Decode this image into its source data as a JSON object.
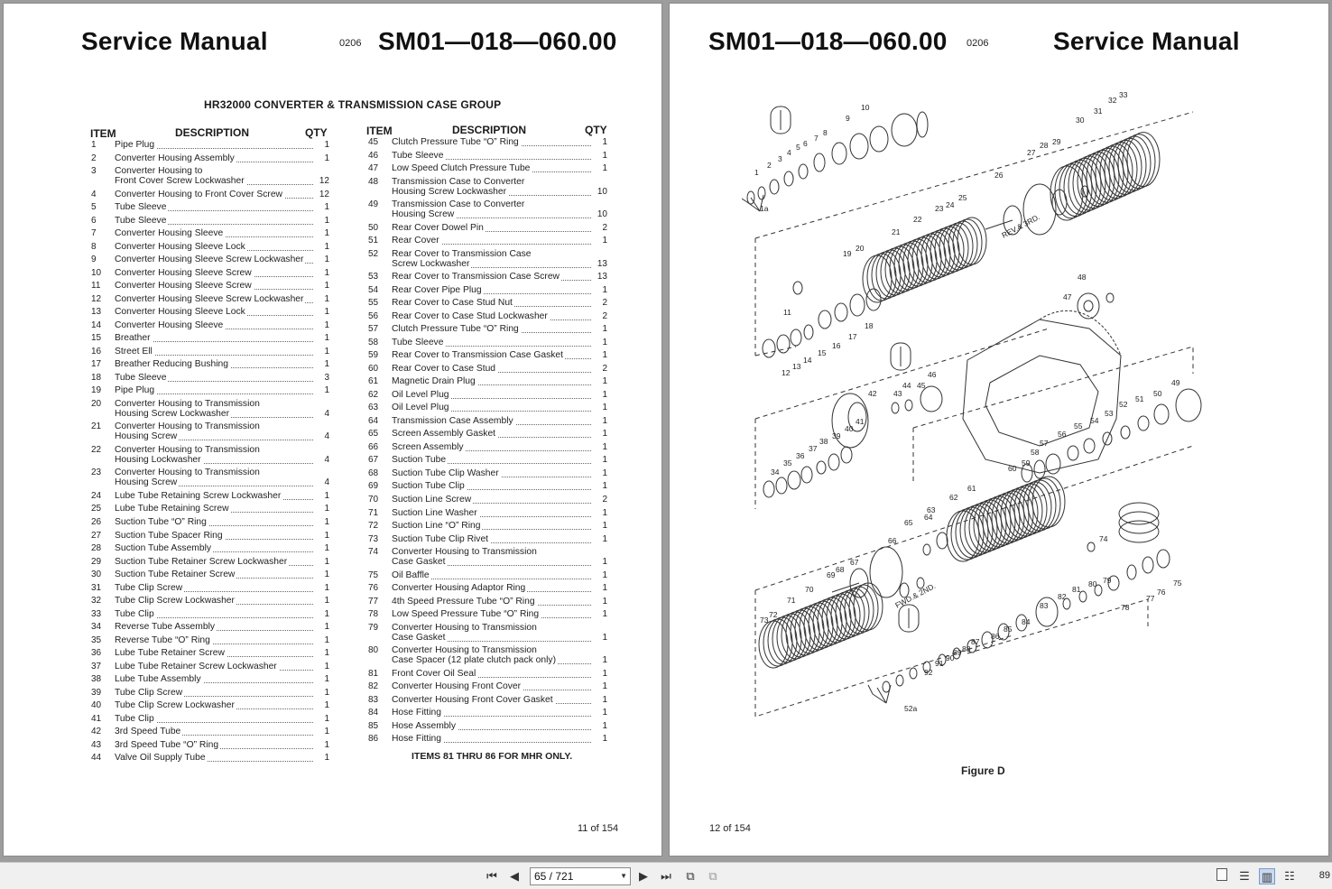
{
  "left_page": {
    "header_title": "Service Manual",
    "header_rev": "0206",
    "header_code": "SM01—018—060.00",
    "group_title": "HR32000 CONVERTER & TRANSMISSION CASE GROUP",
    "col_item": "ITEM",
    "col_desc": "DESCRIPTION",
    "col_qty": "QTY",
    "items_left": [
      {
        "n": "1",
        "d": "Pipe Plug",
        "q": "1"
      },
      {
        "n": "2",
        "d": "Converter Housing Assembly",
        "q": "1"
      },
      {
        "n": "3",
        "d": "Converter Housing to\nFront Cover Screw Lockwasher",
        "q": "12"
      },
      {
        "n": "4",
        "d": "Converter Housing to Front Cover Screw",
        "q": "12"
      },
      {
        "n": "5",
        "d": "Tube Sleeve",
        "q": "1"
      },
      {
        "n": "6",
        "d": "Tube Sleeve",
        "q": "1"
      },
      {
        "n": "7",
        "d": "Converter Housing Sleeve",
        "q": "1"
      },
      {
        "n": "8",
        "d": "Converter Housing Sleeve Lock",
        "q": "1"
      },
      {
        "n": "9",
        "d": "Converter Housing Sleeve Screw Lockwasher",
        "q": "1"
      },
      {
        "n": "10",
        "d": "Converter Housing Sleeve Screw",
        "q": "1"
      },
      {
        "n": "11",
        "d": "Converter Housing Sleeve Screw",
        "q": "1"
      },
      {
        "n": "12",
        "d": "Converter Housing Sleeve Screw Lockwasher",
        "q": "1"
      },
      {
        "n": "13",
        "d": "Converter Housing Sleeve Lock",
        "q": "1"
      },
      {
        "n": "14",
        "d": "Converter Housing Sleeve",
        "q": "1"
      },
      {
        "n": "15",
        "d": "Breather",
        "q": "1"
      },
      {
        "n": "16",
        "d": "Street Ell",
        "q": "1"
      },
      {
        "n": "17",
        "d": "Breather Reducing Bushing",
        "q": "1"
      },
      {
        "n": "18",
        "d": "Tube Sleeve",
        "q": "3"
      },
      {
        "n": "19",
        "d": "Pipe Plug",
        "q": "1"
      },
      {
        "n": "20",
        "d": "Converter Housing to Transmission\nHousing Screw Lockwasher",
        "q": "4"
      },
      {
        "n": "21",
        "d": "Converter Housing to Transmission\nHousing  Screw",
        "q": "4"
      },
      {
        "n": "22",
        "d": "Converter Housing to Transmission\nHousing Lockwasher",
        "q": "4"
      },
      {
        "n": "23",
        "d": "Converter Housing to Transmission\nHousing  Screw",
        "q": "4"
      },
      {
        "n": "24",
        "d": "Lube Tube Retaining Screw Lockwasher",
        "q": "1"
      },
      {
        "n": "25",
        "d": "Lube Tube Retaining Screw",
        "q": "1"
      },
      {
        "n": "26",
        "d": "Suction Tube “O” Ring",
        "q": "1"
      },
      {
        "n": "27",
        "d": "Suction Tube Spacer Ring",
        "q": "1"
      },
      {
        "n": "28",
        "d": "Suction Tube Assembly",
        "q": "1"
      },
      {
        "n": "29",
        "d": "Suction Tube Retainer Screw Lockwasher",
        "q": "1"
      },
      {
        "n": "30",
        "d": "Suction Tube Retainer Screw",
        "q": "1"
      },
      {
        "n": "31",
        "d": "Tube Clip Screw",
        "q": "1"
      },
      {
        "n": "32",
        "d": "Tube Clip Screw Lockwasher",
        "q": "1"
      },
      {
        "n": "33",
        "d": "Tube Clip",
        "q": "1"
      },
      {
        "n": "34",
        "d": "Reverse Tube Assembly",
        "q": "1"
      },
      {
        "n": "35",
        "d": "Reverse Tube “O” Ring",
        "q": "1"
      },
      {
        "n": "36",
        "d": "Lube Tube Retainer Screw",
        "q": "1"
      },
      {
        "n": "37",
        "d": "Lube Tube Retainer Screw Lockwasher",
        "q": "1"
      },
      {
        "n": "38",
        "d": "Lube Tube Assembly",
        "q": "1"
      },
      {
        "n": "39",
        "d": "Tube Clip Screw",
        "q": "1"
      },
      {
        "n": "40",
        "d": "Tube Clip Screw Lockwasher",
        "q": "1"
      },
      {
        "n": "41",
        "d": "Tube Clip",
        "q": "1"
      },
      {
        "n": "42",
        "d": "3rd Speed Tube",
        "q": "1"
      },
      {
        "n": "43",
        "d": "3rd Speed Tube “O” Ring",
        "q": "1"
      },
      {
        "n": "44",
        "d": "Valve Oil Supply Tube",
        "q": "1"
      }
    ],
    "items_right": [
      {
        "n": "45",
        "d": "Clutch Pressure Tube “O” Ring",
        "q": "1"
      },
      {
        "n": "46",
        "d": "Tube Sleeve",
        "q": "1"
      },
      {
        "n": "47",
        "d": "Low Speed Clutch Pressure Tube",
        "q": "1"
      },
      {
        "n": "48",
        "d": "Transmission Case to Converter\nHousing Screw Lockwasher",
        "q": "10"
      },
      {
        "n": "49",
        "d": "Transmission Case to Converter\nHousing  Screw",
        "q": "10"
      },
      {
        "n": "50",
        "d": "Rear Cover Dowel Pin",
        "q": "2"
      },
      {
        "n": "51",
        "d": "Rear Cover",
        "q": "1"
      },
      {
        "n": "52",
        "d": "Rear Cover to Transmission Case\nScrew  Lockwasher",
        "q": "13"
      },
      {
        "n": "53",
        "d": "Rear Cover to Transmission Case Screw",
        "q": "13"
      },
      {
        "n": "54",
        "d": "Rear Cover Pipe Plug",
        "q": "1"
      },
      {
        "n": "55",
        "d": "Rear Cover to Case Stud Nut",
        "q": "2"
      },
      {
        "n": "56",
        "d": "Rear Cover to Case Stud Lockwasher",
        "q": "2"
      },
      {
        "n": "57",
        "d": "Clutch Pressure Tube “O” Ring",
        "q": "1"
      },
      {
        "n": "58",
        "d": "Tube Sleeve",
        "q": "1"
      },
      {
        "n": "59",
        "d": "Rear Cover to Transmission Case Gasket",
        "q": "1"
      },
      {
        "n": "60",
        "d": "Rear Cover to Case Stud",
        "q": "2"
      },
      {
        "n": "61",
        "d": "Magnetic Drain Plug",
        "q": "1"
      },
      {
        "n": "62",
        "d": "Oil Level Plug",
        "q": "1"
      },
      {
        "n": "63",
        "d": "Oil Level Plug",
        "q": "1"
      },
      {
        "n": "64",
        "d": "Transmission Case Assembly",
        "q": "1"
      },
      {
        "n": "65",
        "d": "Screen Assembly Gasket",
        "q": "1"
      },
      {
        "n": "66",
        "d": "Screen Assembly",
        "q": "1"
      },
      {
        "n": "67",
        "d": "Suction  Tube",
        "q": "1"
      },
      {
        "n": "68",
        "d": "Suction Tube Clip Washer",
        "q": "1"
      },
      {
        "n": "69",
        "d": "Suction  Tube  Clip",
        "q": "1"
      },
      {
        "n": "70",
        "d": "Suction Line Screw",
        "q": "2"
      },
      {
        "n": "71",
        "d": "Suction Line Washer",
        "q": "1"
      },
      {
        "n": "72",
        "d": "Suction Line “O” Ring",
        "q": "1"
      },
      {
        "n": "73",
        "d": "Suction Tube Clip Rivet",
        "q": "1"
      },
      {
        "n": "74",
        "d": "Converter Housing to Transmission\nCase Gasket",
        "q": "1"
      },
      {
        "n": "75",
        "d": "Oil  Baffle",
        "q": "1"
      },
      {
        "n": "76",
        "d": "Converter Housing Adaptor Ring",
        "q": "1"
      },
      {
        "n": "77",
        "d": "4th Speed Pressure Tube “O” Ring",
        "q": "1"
      },
      {
        "n": "78",
        "d": "Low Speed Pressure Tube “O” Ring",
        "q": "1"
      },
      {
        "n": "79",
        "d": "Converter Housing to Transmission\nCase Gasket",
        "q": "1"
      },
      {
        "n": "80",
        "d": "Converter Housing to Transmission\nCase Spacer (12 plate clutch pack only)",
        "q": "1"
      },
      {
        "n": "81",
        "d": "Front Cover Oil Seal",
        "q": "1"
      },
      {
        "n": "82",
        "d": "Converter Housing Front Cover",
        "q": "1"
      },
      {
        "n": "83",
        "d": "Converter Housing Front Cover Gasket",
        "q": "1"
      },
      {
        "n": "84",
        "d": "Hose  Fitting",
        "q": "1"
      },
      {
        "n": "85",
        "d": "Hose  Assembly",
        "q": "1"
      },
      {
        "n": "86",
        "d": "Hose  Fitting",
        "q": "1"
      }
    ],
    "note": "ITEMS 81 THRU 86 FOR MHR ONLY.",
    "page_number": "11 of 154"
  },
  "right_page": {
    "header_code": "SM01—018—060.00",
    "header_rev": "0206",
    "header_title": "Service Manual",
    "figure_caption": "Figure D",
    "page_number": "12 of 154",
    "diagram_labels": {
      "rev": "REV.& 3RD.",
      "fwd": "FWD.& 2ND.",
      "l1a": "1a",
      "l52a": "52a"
    }
  },
  "toolbar": {
    "page_field": "65 / 721",
    "zoom": "89",
    "icons": [
      "first-page-icon",
      "prev-page-icon",
      "next-page-icon",
      "last-page-icon",
      "go-back-icon",
      "go-forward-icon",
      "single-page-icon",
      "continuous-icon",
      "facing-icon",
      "continuous-facing-icon"
    ]
  }
}
